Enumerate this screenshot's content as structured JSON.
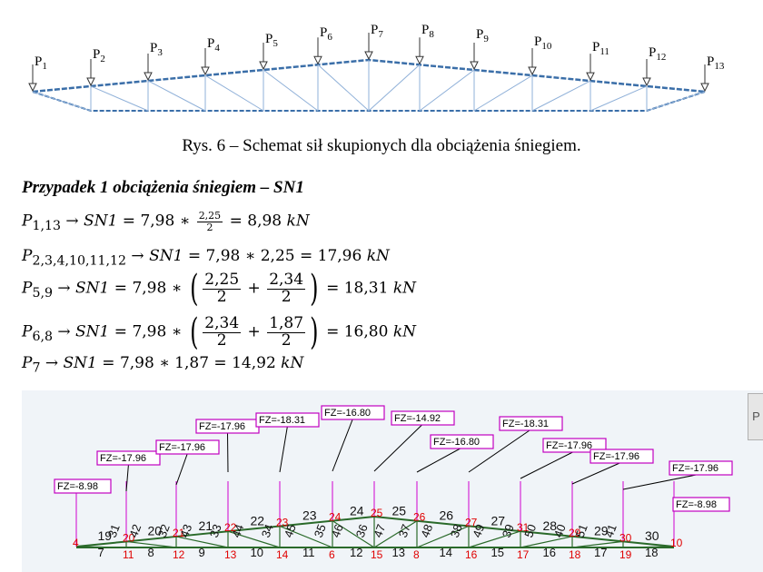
{
  "top_figure": {
    "load_labels": [
      "P",
      "P",
      "P",
      "P",
      "P",
      "P",
      "P",
      "P",
      "P",
      "P",
      "P",
      "P",
      "P"
    ],
    "load_subscripts": [
      "1",
      "2",
      "3",
      "4",
      "5",
      "6",
      "7",
      "8",
      "9",
      "10",
      "11",
      "12",
      "13"
    ]
  },
  "caption": "Rys. 6 – Schemat sił skupionych dla obciążenia śniegiem.",
  "case_heading": "Przypadek 1 obciążenia śniegiem – SN1",
  "equations": {
    "eq1": {
      "p": "P",
      "sub": "1,13",
      "case": "SN1",
      "coef": "7,98",
      "num": "2,25",
      "den": "2",
      "result": "8,98",
      "unit": "kN"
    },
    "eq2": {
      "p": "P",
      "sub": "2,3,4,10,11,12",
      "case": "SN1",
      "coef": "7,98",
      "mult": "2,25",
      "result": "17,96",
      "unit": "kN"
    },
    "eq3": {
      "p": "P",
      "sub": "5,9",
      "case": "SN1",
      "coef": "7,98",
      "a_num": "2,25",
      "a_den": "2",
      "b_num": "2,34",
      "b_den": "2",
      "result": "18,31",
      "unit": "kN"
    },
    "eq4": {
      "p": "P",
      "sub": "6,8",
      "case": "SN1",
      "coef": "7,98",
      "a_num": "2,34",
      "a_den": "2",
      "b_num": "1,87",
      "b_den": "2",
      "result": "16,80",
      "unit": "kN"
    },
    "eq5": {
      "p": "P",
      "sub": "7",
      "case": "SN1",
      "coef": "7,98",
      "mult": "1,87",
      "result": "14,92",
      "unit": "kN"
    }
  },
  "model_view": {
    "fz_labels": [
      "FZ=-8.98",
      "FZ=-17.96",
      "FZ=-17.96",
      "FZ=-17.96",
      "FZ=-18.31",
      "FZ=-16.80",
      "FZ=-14.92",
      "FZ=-16.80",
      "FZ=-18.31",
      "FZ=-17.96",
      "FZ=-17.96",
      "FZ=-17.96",
      "FZ=-8.98"
    ],
    "top_node_numbers": [
      "4",
      "20",
      "21",
      "22",
      "23",
      "24",
      "25",
      "26",
      "27",
      "31",
      "29",
      "30",
      "10"
    ],
    "bottom_node_numbers": [
      "11",
      "12",
      "13",
      "14",
      "6",
      "15",
      "8",
      "16",
      "17",
      "18",
      "19"
    ],
    "top_bar_numbers": [
      "19",
      "20",
      "21",
      "22",
      "23",
      "24",
      "25",
      "26",
      "27",
      "28",
      "29",
      "30"
    ],
    "bottom_bar_numbers": [
      "7",
      "8",
      "9",
      "10",
      "11",
      "12",
      "13",
      "14",
      "15",
      "16",
      "17",
      "18"
    ],
    "diag_bar_numbers": [
      "31",
      "42",
      "32",
      "43",
      "33",
      "44",
      "34",
      "45",
      "35",
      "46",
      "36",
      "47",
      "37",
      "48",
      "38",
      "49",
      "39",
      "50",
      "40",
      "51",
      "41"
    ],
    "side_tab": "P",
    "colors": {
      "node_red": "#e00000",
      "bar_black": "#111111",
      "label_border": "#c000c0",
      "load_line": "#d000d0",
      "frame": "#2a6a2a"
    }
  }
}
